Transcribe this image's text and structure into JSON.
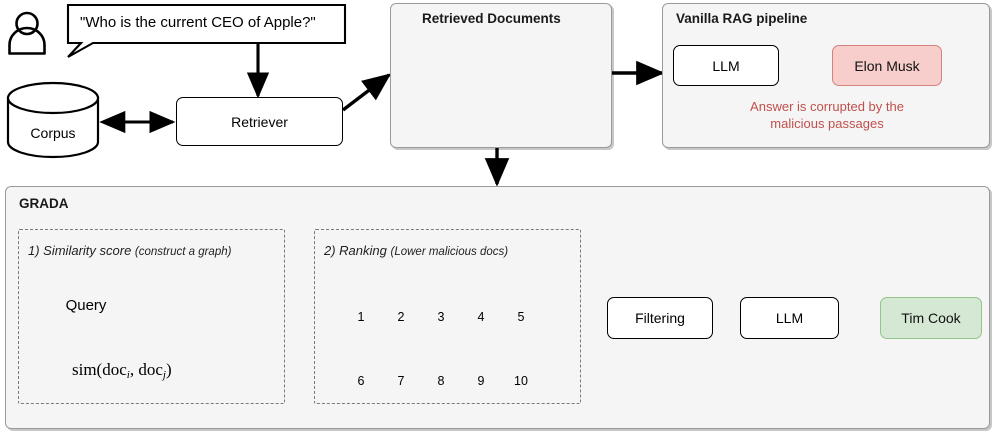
{
  "figure": {
    "question": "\"Who is the current CEO of Apple?\"",
    "actors": {
      "user_icon": "person-icon",
      "corpus_label": "Corpus",
      "retriever_label": "Retriever"
    },
    "retrieved_documents": {
      "title": "Retrieved Documents",
      "rows": [
        [
          "green",
          "red",
          "red",
          "green",
          "red"
        ],
        [
          "green",
          "red",
          "green",
          "red",
          "green"
        ]
      ]
    },
    "vanilla_rag": {
      "title": "Vanilla RAG pipeline",
      "llm_label": "LLM",
      "answer_label": "Elon Musk",
      "note": "Answer is corrupted by the",
      "note2": "malicious passages",
      "answer_fill": "#f8cecc",
      "answer_border": "#d4827e",
      "arrow_color": "#e0716b"
    },
    "grada": {
      "title": "GRADA",
      "step1": {
        "index": "1) ",
        "name": "Similarity score",
        "hint": "(construct a graph)",
        "query_label": "Query",
        "formula_prefix": "sim(doc",
        "formula_i": "i",
        "formula_mid": ", doc",
        "formula_j": "j",
        "formula_suffix": ")",
        "graph_nodes": [
          "red",
          "green",
          "green"
        ]
      },
      "step2": {
        "index": "2) ",
        "name": "Ranking",
        "hint": "(Lower malicious docs)",
        "top_row": {
          "color": "green",
          "numbers": [
            "1",
            "2",
            "3",
            "4",
            "5"
          ]
        },
        "bottom_row": {
          "color": "red",
          "numbers": [
            "6",
            "7",
            "8",
            "9",
            "10"
          ]
        }
      },
      "filtering_label": "Filtering",
      "llm_label": "LLM",
      "answer_label": "Tim Cook",
      "answer_fill": "#d5e8d4",
      "answer_border": "#93c48a",
      "arrow_color": "#82b366"
    },
    "colors": {
      "doc_green": "#93c47d",
      "doc_red": "#ff0000",
      "panel_bg": "#f5f5f5",
      "panel_border": "#9a9a9a"
    }
  }
}
